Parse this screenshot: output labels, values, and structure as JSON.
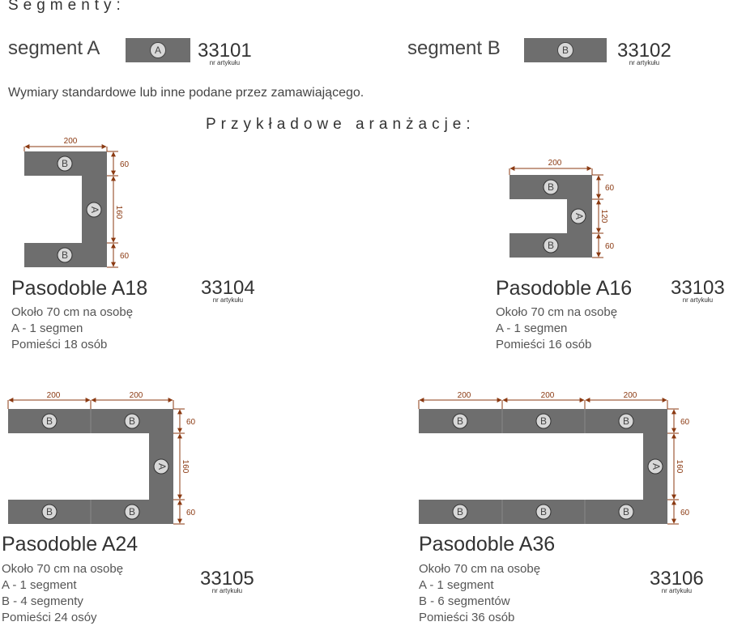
{
  "header": "Segmenty:",
  "segments": {
    "a": {
      "label": "segment A",
      "badge": "A",
      "code": "33101",
      "code_note": "nr artykułu"
    },
    "b": {
      "label": "segment B",
      "badge": "B",
      "code": "33102",
      "code_note": "nr artykułu"
    }
  },
  "dimensions_note": "Wymiary standardowe lub inne podane przez zamawiającego.",
  "examples_header": "Przykładowe aranżacje:",
  "dims": {
    "w200": "200",
    "h60": "60",
    "h160": "160",
    "h120": "120"
  },
  "layouts": [
    {
      "title": "Pasodoble A18",
      "code": "33104",
      "code_note": "nr artykułu",
      "lines": [
        "Około 70 cm na osobę",
        "A - 1 segmen",
        "Pomieści 18 osób"
      ]
    },
    {
      "title": "Pasodoble A16",
      "code": "33103",
      "code_note": "nr artykułu",
      "lines": [
        "Około 70 cm na osobę",
        "A - 1 segmen",
        "Pomieści 16 osób"
      ]
    },
    {
      "title": "Pasodoble A24",
      "code": "33105",
      "code_note": "nr artykułu",
      "lines": [
        "Około 70 cm na osobę",
        "A - 1 segment",
        "B - 4 segmenty",
        "Pomieści 24 osóy"
      ]
    },
    {
      "title": "Pasodoble A36",
      "code": "33106",
      "code_note": "nr artykułu",
      "lines": [
        "Około 70 cm na osobę",
        "A - 1 segment",
        "B - 6 segmentów",
        "Pomieści 36 osób"
      ]
    }
  ],
  "colors": {
    "segment": "#6e6e6e",
    "dimension": "#8b3a12",
    "badge": "#d8d8d8"
  }
}
